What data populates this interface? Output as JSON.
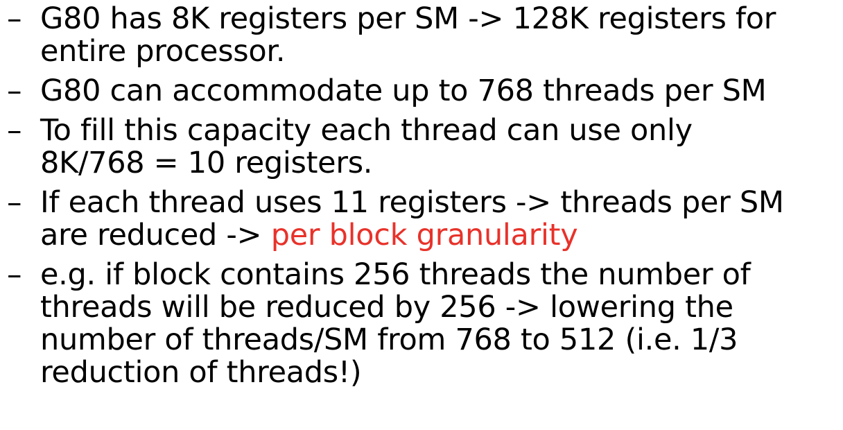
{
  "bullet_marker": "–",
  "accent_color": "#e8322a",
  "bullets": [
    {
      "lines": [
        "G80 has 8K registers per SM -> 128K registers for",
        "entire processor."
      ]
    },
    {
      "lines": [
        "G80 can accommodate up to 768 threads per SM"
      ]
    },
    {
      "lines": [
        "To fill this capacity each thread can use only",
        "8K/768 = 10 registers."
      ]
    },
    {
      "lines": [
        "If each thread uses 11 registers -> threads per SM"
      ],
      "last_line_prefix": "are reduced -> ",
      "last_line_highlight": "per block granularity"
    },
    {
      "lines": [
        "e.g. if block contains 256 threads the number of",
        "threads will be reduced by 256 -> lowering the",
        "number of threads/SM from 768 to 512  (i.e. 1/3",
        "reduction of threads!)"
      ]
    }
  ]
}
